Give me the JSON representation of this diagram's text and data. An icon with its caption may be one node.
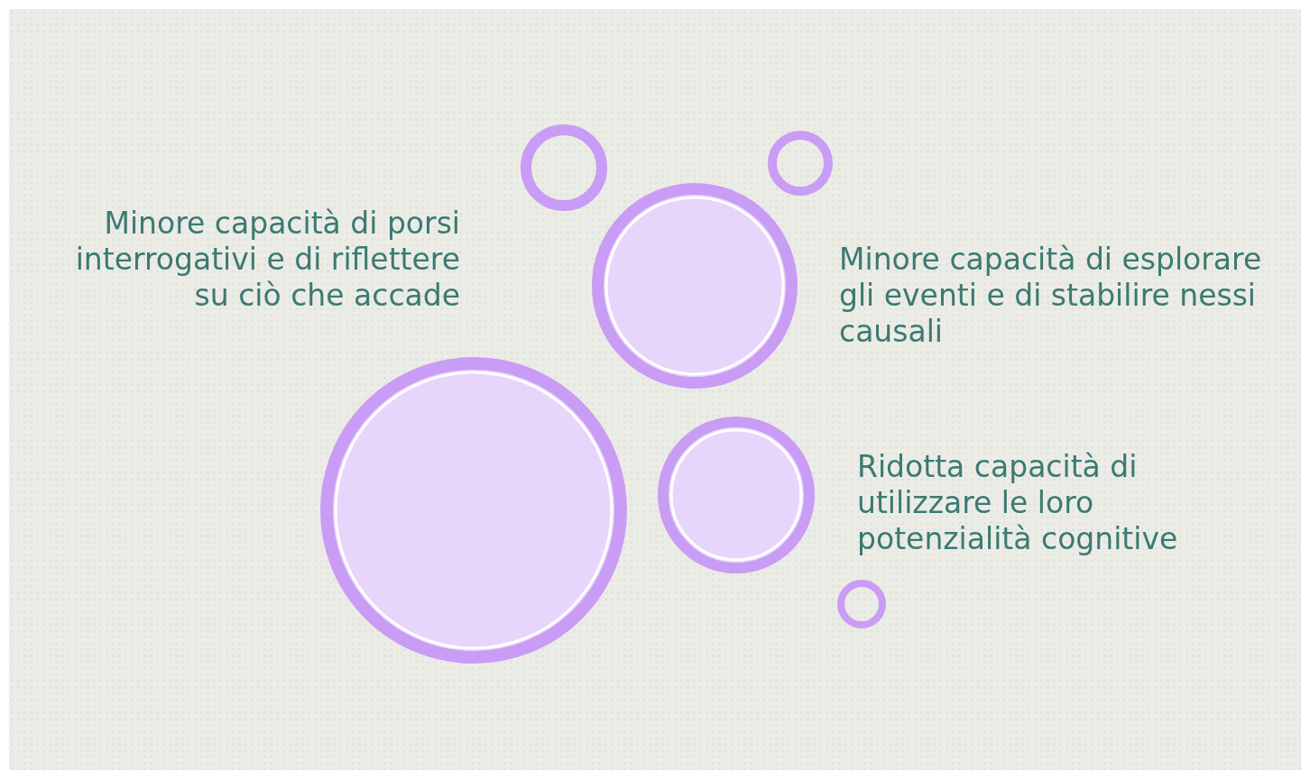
{
  "diagram": {
    "nodes": [
      {
        "text": [],
        "shape": "circle"
      },
      {
        "text": [],
        "shape": "circle"
      },
      {
        "text": [],
        "shape": "circle"
      },
      {
        "text": [],
        "shape": "circle"
      },
      {
        "text": [],
        "shape": "circle"
      },
      {
        "text": [],
        "shape": "circle"
      }
    ],
    "labels": [
      "Minore capacità di porsi interrogativi e di riflettere  su ciò che accade",
      "Minore capacità di esplorare gli eventi e di stabilire nessi causali",
      "Ridotta capacità di utilizzare le loro potenzialità cognitive"
    ]
  }
}
